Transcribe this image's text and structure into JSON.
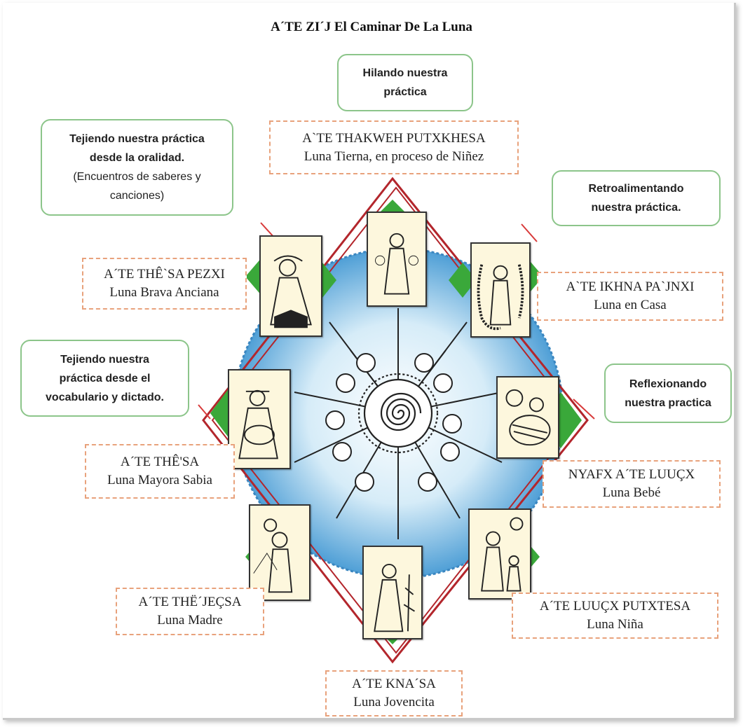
{
  "title": "A´TE ZI´J   El Caminar De La Luna",
  "practice_boxes": {
    "hilando": [
      "Hilando nuestra",
      "práctica"
    ],
    "oralidad": [
      "Tejiendo nuestra práctica",
      "desde la oralidad."
    ],
    "oralidad_note": [
      "(Encuentros de saberes y",
      "canciones)"
    ],
    "retro": [
      "Retroalimentando",
      "nuestra práctica."
    ],
    "vocabulario": [
      "Tejiendo nuestra",
      "práctica desde el",
      "vocabulario y dictado."
    ],
    "reflexionando": [
      "Reflexionando",
      "nuestra practica"
    ]
  },
  "moons": {
    "tierna": {
      "name": "A`TE THAKWEH PUTXKHESA",
      "meaning": "Luna Tierna, en proceso de Niñez"
    },
    "brava": {
      "name": "A´TE THÊ`SA PEZXI",
      "meaning": "Luna Brava Anciana"
    },
    "casa": {
      "name": "A`TE IKHNA PA`JNXI",
      "meaning": "Luna en Casa"
    },
    "mayora": {
      "name": "A´TE THÊ'SA",
      "meaning": "Luna Mayora Sabia"
    },
    "bebe": {
      "name": "NYAFX A´TE LUUÇX",
      "meaning": "Luna Bebé"
    },
    "madre": {
      "name": "A´TE THË´JEÇSA",
      "meaning": "Luna Madre"
    },
    "nina": {
      "name": "A´TE LUUÇX PUTXTESA",
      "meaning": "Luna Niña"
    },
    "jovencita": {
      "name": "A´TE KNA´SA",
      "meaning": "Luna Jovencita"
    }
  },
  "colors": {
    "green_border": "#8cc58a",
    "dashed_border": "#e8a27c",
    "diamond_line": "#b3262c",
    "leaf_green": "#3aa83a",
    "circle_blue": "#6fb2de"
  }
}
